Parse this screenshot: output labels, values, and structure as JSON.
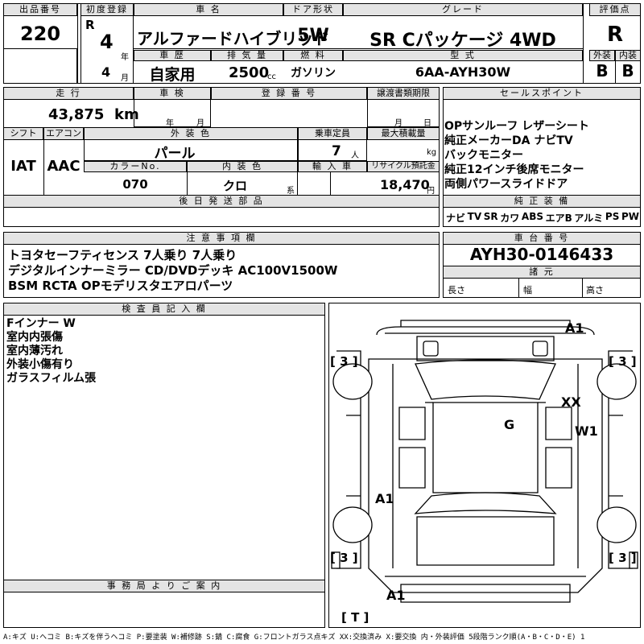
{
  "header": {
    "lot_label": "出品番号",
    "lot_number": "220",
    "reg_label": "初度登録",
    "era": "R",
    "reg_year": "4",
    "year_unit": "年",
    "reg_month": "4",
    "month_unit": "月",
    "model_label": "車 名",
    "model_name": "アルファードハイブリッド",
    "door_label": "ドア形状",
    "door_value": "5W",
    "grade_label": "グレード",
    "grade_value": "SR Cパッケージ 4WD",
    "score_label": "評価点",
    "score_value": "R",
    "history_label": "車 歴",
    "history_value": "自家用",
    "displacement_label": "排 気 量",
    "displacement_value": "2500",
    "displacement_unit": "cc",
    "fuel_label": "燃 料",
    "fuel_value": "ガソリン",
    "type_label": "型 式",
    "type_value": "6AA-AYH30W",
    "ext_label": "外装",
    "ext_value": "B",
    "int_label": "内装",
    "int_value": "B"
  },
  "row2": {
    "mileage_label": "走 行",
    "mileage_value": "43,875",
    "mileage_unit": "km",
    "inspection_label": "車 検",
    "insp_year_unit": "年",
    "insp_month_unit": "月",
    "regno_label": "登 録 番 号",
    "transfer_label": "譲渡書類期限",
    "transfer_month_unit": "月",
    "transfer_day_unit": "日",
    "shift_label": "シフト",
    "shift_value": "IAT",
    "ac_label": "エアコン",
    "ac_value": "AAC",
    "color_label": "外 装 色",
    "color_value": "パール",
    "capacity_label": "乗車定員",
    "capacity_value": "7",
    "capacity_unit": "人",
    "load_label": "最大積載量",
    "load_unit": "kg",
    "colorno_label": "カラーNo.",
    "colorno_value": "070",
    "intcolor_label": "内 装 色",
    "intcolor_value": "クロ",
    "intcolor_unit": "系",
    "import_label": "輸 入 車",
    "recycle_label": "リサイクル預託金",
    "recycle_value": "18,470",
    "recycle_unit": "円",
    "later_label": "後 日 発 送 部 品"
  },
  "sales": {
    "label": "セールスポイント",
    "lines": [
      "OPサンルーフ レザーシート",
      "純正メーカーDA ナビTV",
      "バックモニター",
      "純正12インチ後席モニター",
      "両側パワースライドドア"
    ],
    "equip_label": "純 正 装 備",
    "equip": [
      "ナビ",
      "TV",
      "SR",
      "カワ",
      "ABS",
      "エアB",
      "アルミ",
      "PS",
      "PW"
    ]
  },
  "notes": {
    "label": "注 意 事 項 欄",
    "lines": [
      "トヨタセーフティセンス 7人乗り 7人乗り",
      "デジタルインナーミラー CD/DVDデッキ AC100V1500W",
      "BSM RCTA OPモデリスタエアロパーツ"
    ]
  },
  "chassis": {
    "label": "車 台 番 号",
    "value": "AYH30-0146433",
    "spec_label": "諸 元",
    "length_label": "長さ",
    "width_label": "幅",
    "height_label": "高さ"
  },
  "inspector": {
    "label": "検 査 員 記 入 欄",
    "lines": [
      "Fインナー W",
      "室内内張傷",
      "室内薄汚れ",
      "外装小傷有り",
      "ガラスフィルム張"
    ]
  },
  "office": {
    "label": "事 務 局 よ り ご 案 内"
  },
  "diagram": {
    "marks": {
      "a1_top": "A1",
      "xx": "XX",
      "w1": "W1",
      "g": "G",
      "a1_left": "A1",
      "a1_bottom": "A1"
    },
    "tires": {
      "fl": "3",
      "fr": "3",
      "rl": "3",
      "rr": "3",
      "spare": "T"
    }
  },
  "footer": "A:キズ U:ヘコミ B:キズを伴うヘコミ P:要塗装 W:補修跡 S:錆 C:腐食 G:フロントガラス点キズ XX:交換済み X:要交換 内・外装評価 5段階ランク順(A・B・C・D・E) 1"
}
